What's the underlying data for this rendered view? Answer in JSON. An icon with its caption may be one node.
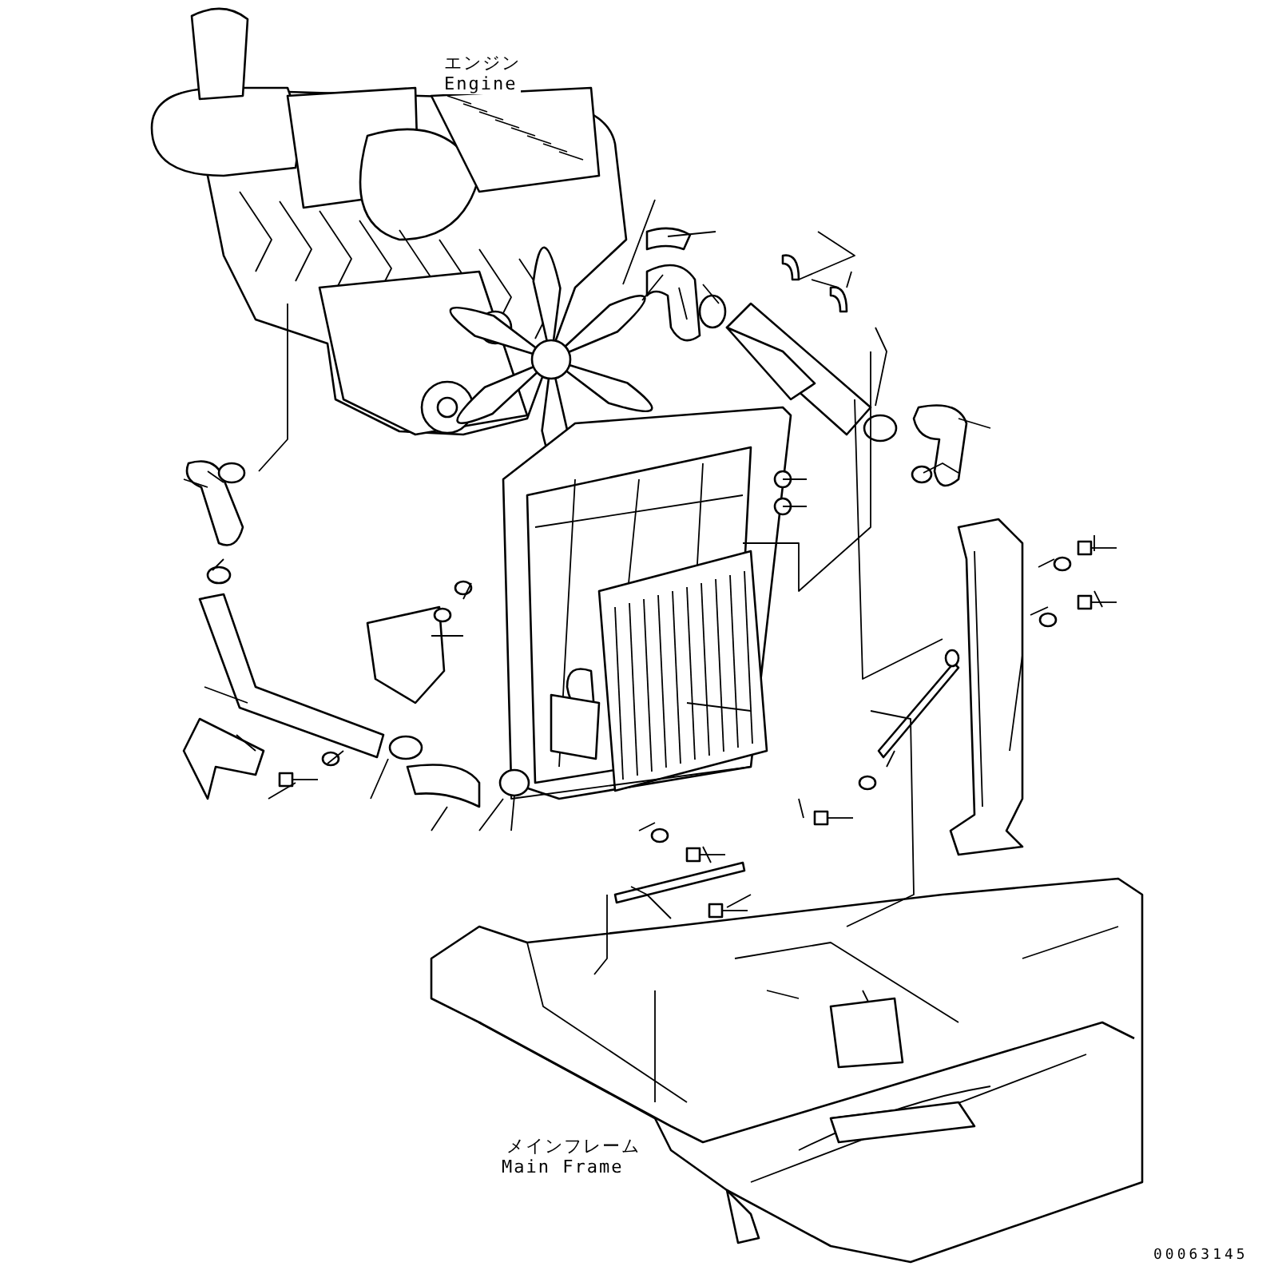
{
  "diagram": {
    "labels": [
      "エンジン",
      "Engine",
      "メインフレーム",
      "Main Frame",
      "00063145"
    ]
  }
}
